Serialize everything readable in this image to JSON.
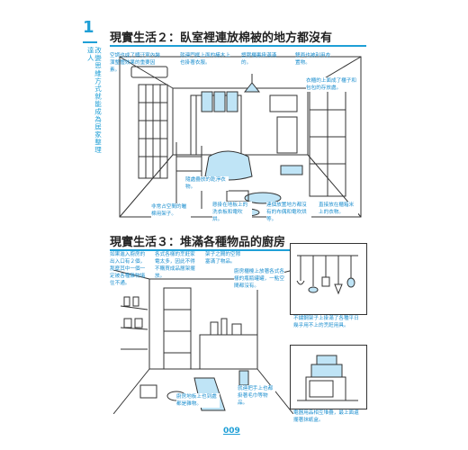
{
  "chapter": {
    "number": "1",
    "side_title": "改變思維方式就能成為居家整理達人"
  },
  "section2": {
    "title": "現實生活２：臥室裡連放棉被的地方都沒有",
    "notes": [
      "空調也成了髒汙室內裝潢整體效果的重要因素。",
      "就連門框上面的橫木上也掛著衣服。",
      "塑膠櫃裏掛滿滿的。",
      "雙面也被利用衣置物。",
      "衣櫃的上面成了櫃子和包包的存放處。",
      "隨處疊放的乾淨衣物。",
      "非常占空間的曬棉用架子。",
      "懸掛在地板上的洗衣板和電吹烘。",
      "連個放置地方都沒有的布偶和電吹烘等。",
      "直接放在櫃箱米上的衣物。"
    ]
  },
  "section3": {
    "title": "現實生活３：堆滿各種物品的廚房",
    "notes": [
      "如果進入廚房的出入口有２個，那麼其中一個一定被各種雜物堵住不通。",
      "各式各樣的烹飪家電太多，因此不得不購買成品層架擺放。",
      "架子之間的空隙塞滿了物品。",
      "廚房櫃檯上放著各式各樣的瓶瓶罐罐，一點空間都沒有。",
      "不鏽鋼架子上掛滿了各種平日幾乎用不上的烹飪用具。",
      "廚房地板上也到處都是雜物。",
      "就連把手上也都掛著毛巾等物品。",
      "電器用品相互堆疊，最上面還擺著抹紙盒。"
    ]
  },
  "page_number": "009",
  "colors": {
    "accent": "#1f9fd6",
    "ink": "#333333"
  }
}
